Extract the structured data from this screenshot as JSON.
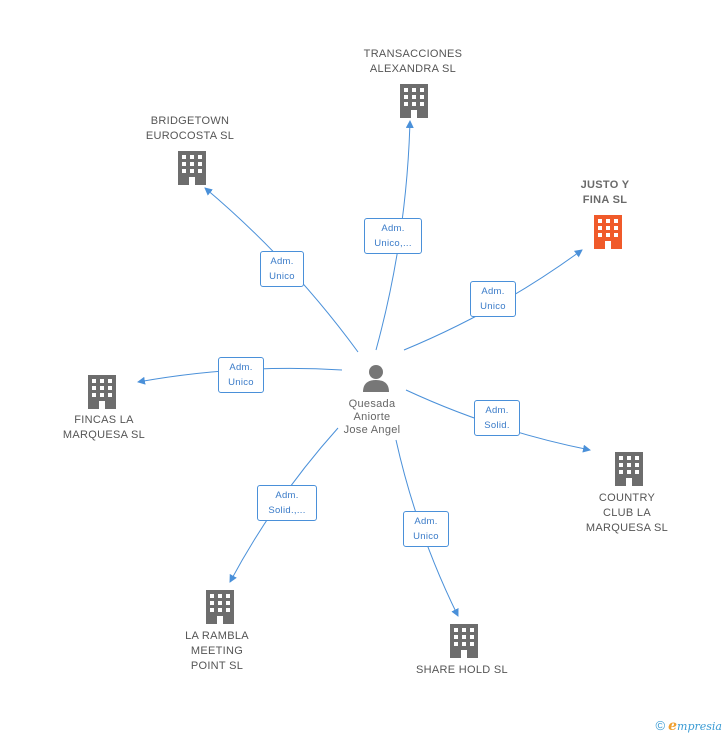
{
  "center": {
    "name": "Quesada\nAniorte\nJose Angel"
  },
  "companies": [
    {
      "id": "transacciones",
      "name": "TRANSACCIONES\nALEXANDRA SL",
      "role": "Adm.\nUnico,...",
      "highlight": false
    },
    {
      "id": "bridgetown",
      "name": "BRIDGETOWN\nEUROCOSTA SL",
      "role": "Adm.\nUnico",
      "highlight": false
    },
    {
      "id": "justo",
      "name": "JUSTO Y\nFINA SL",
      "role": "Adm.\nUnico",
      "highlight": true
    },
    {
      "id": "fincas",
      "name": "FINCAS LA\nMARQUESA SL",
      "role": "Adm.\nUnico",
      "highlight": false
    },
    {
      "id": "country",
      "name": "COUNTRY\nCLUB LA\nMARQUESA SL",
      "role": "Adm.\nSolid.",
      "highlight": false
    },
    {
      "id": "rambla",
      "name": "LA RAMBLA\nMEETING\nPOINT  SL",
      "role": "Adm.\nSolid.,...",
      "highlight": false
    },
    {
      "id": "sharehold",
      "name": "SHARE HOLD SL",
      "role": "Adm.\nUnico",
      "highlight": false
    }
  ],
  "colors": {
    "edge": "#4a90d9",
    "building": "#6d6d6d",
    "highlight": "#f05a2a",
    "person": "#777777"
  },
  "icons": {
    "company": "building-icon",
    "person": "person-icon"
  },
  "footer": {
    "copyright": "©",
    "brand_first": "e",
    "brand_rest": "mpresia"
  }
}
